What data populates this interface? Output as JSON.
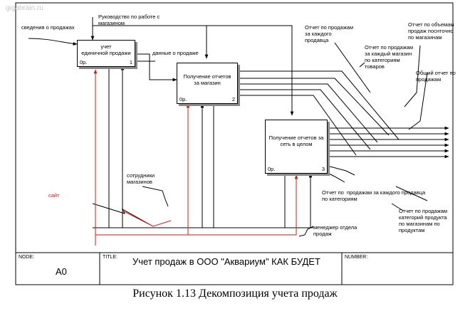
{
  "watermark": "gigabrain.ru",
  "inputs": {
    "sales_info": "сведения о продажах",
    "management": "Руководство по работе с\nмагазином",
    "sales_data": "данные о продаже",
    "staff": "сотрудники\nмагазинов",
    "site": "сайт",
    "manager": "менеджер отдела\nпродаж"
  },
  "boxes": [
    {
      "label": "учет\nединичной продажи",
      "num": "0р.",
      "id": "1"
    },
    {
      "label": "Получение отчетов\nза магазин",
      "num": "0р.",
      "id": "2"
    },
    {
      "label": "Получение отчетов за\nсеть в целом",
      "num": "0р.",
      "id": "3"
    }
  ],
  "outputs": {
    "per_seller": "Отчет по продажам\nза каждого\nпродавца",
    "per_shop_cat": "Отчет по продажам\nза каждый магазин\nпо категориям\nтоваров",
    "volume": "Отчет по объемам\nпродаж поснточно\nпо магазинам",
    "total": "Общий отчет по\nпродажам",
    "by_cat": "Отчет по  продажам за каждого продавца\nпо категориям",
    "cat_product": "Отчет по продажам\nкатегорий продукта\nпо магазинам по\nпродуктам"
  },
  "title_block": {
    "node_label": "NODE:",
    "node_value": "A0",
    "title_label": "TITLE:",
    "title_value": "Учет продаж в ООО \"Аквариум\" КАК БУДЕТ",
    "number_label": "NUMBER:"
  },
  "caption": "Рисунок 1.13  Декомпозиция учета продаж"
}
